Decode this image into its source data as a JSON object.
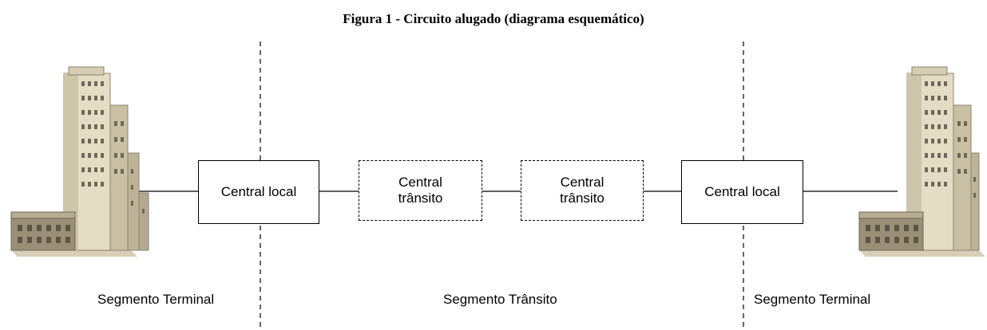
{
  "figure": {
    "title": "Figura 1 - Circuito alugado (diagrama esquemático)"
  },
  "nodes": {
    "left_local": "Central local",
    "transit_1": "Central\ntrânsito",
    "transit_2": "Central\ntrânsito",
    "right_local": "Central local"
  },
  "segments": {
    "left": "Segmento Terminal",
    "middle": "Segmento Trânsito",
    "right": "Segmento Terminal"
  },
  "icons": {
    "left_building": "office-building-icon",
    "right_building": "office-building-icon"
  }
}
